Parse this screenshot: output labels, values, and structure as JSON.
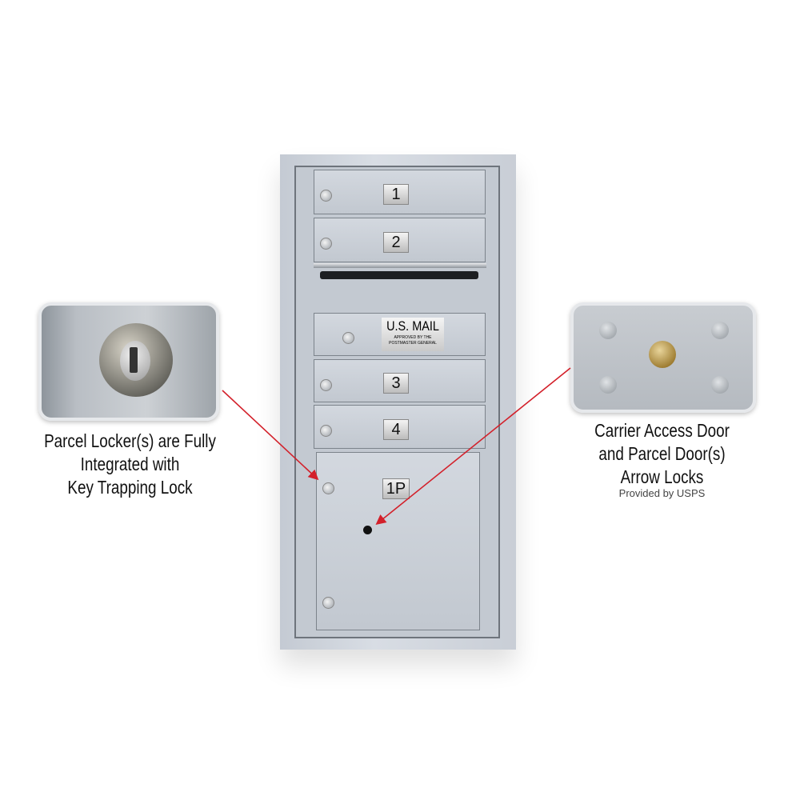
{
  "mailbox": {
    "doors": [
      "1",
      "2",
      "3",
      "4"
    ],
    "parcel_door": "1P",
    "panel": {
      "title": "U.S. MAIL",
      "line1": "APPROVED BY THE",
      "line2": "POSTMASTER GENERAL"
    }
  },
  "callouts": {
    "left": {
      "lines": [
        "Parcel Locker(s) are Fully",
        "Integrated with",
        "Key Trapping Lock"
      ]
    },
    "right": {
      "lines": [
        "Carrier Access Door",
        "and Parcel Door(s)",
        "Arrow Locks"
      ],
      "note": "Provided by USPS"
    }
  },
  "colors": {
    "arrow": "#d3202a",
    "cabinet": "#c9ced6"
  }
}
